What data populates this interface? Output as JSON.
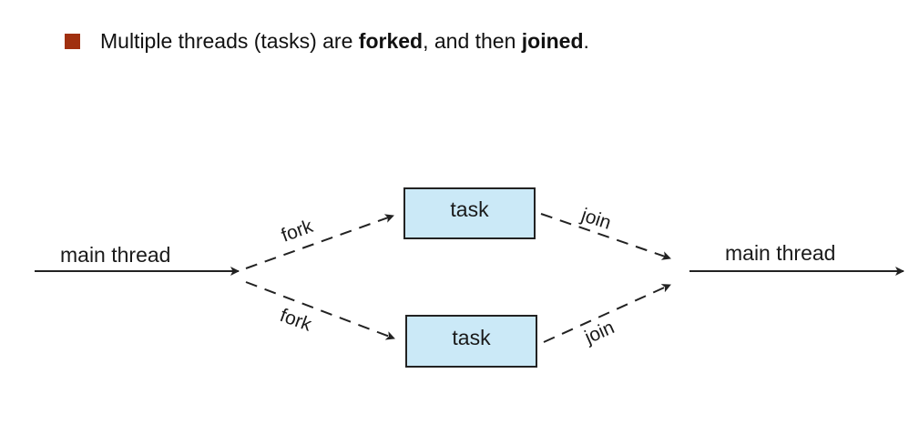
{
  "bullet": {
    "color": "#a0300f",
    "parts": [
      {
        "text": "Multiple threads (tasks) are ",
        "bold": false
      },
      {
        "text": "forked",
        "bold": true
      },
      {
        "text": ", and then ",
        "bold": false
      },
      {
        "text": "joined",
        "bold": true
      },
      {
        "text": ".",
        "bold": false
      }
    ]
  },
  "diagram": {
    "main_thread_in_label": "main thread",
    "main_thread_out_label": "main thread",
    "task_top_label": "task",
    "task_bottom_label": "task",
    "fork_top_label": "fork",
    "fork_bottom_label": "fork",
    "join_top_label": "join",
    "join_bottom_label": "join",
    "task_fill": "#cbe9f7",
    "line_color": "#222222"
  }
}
